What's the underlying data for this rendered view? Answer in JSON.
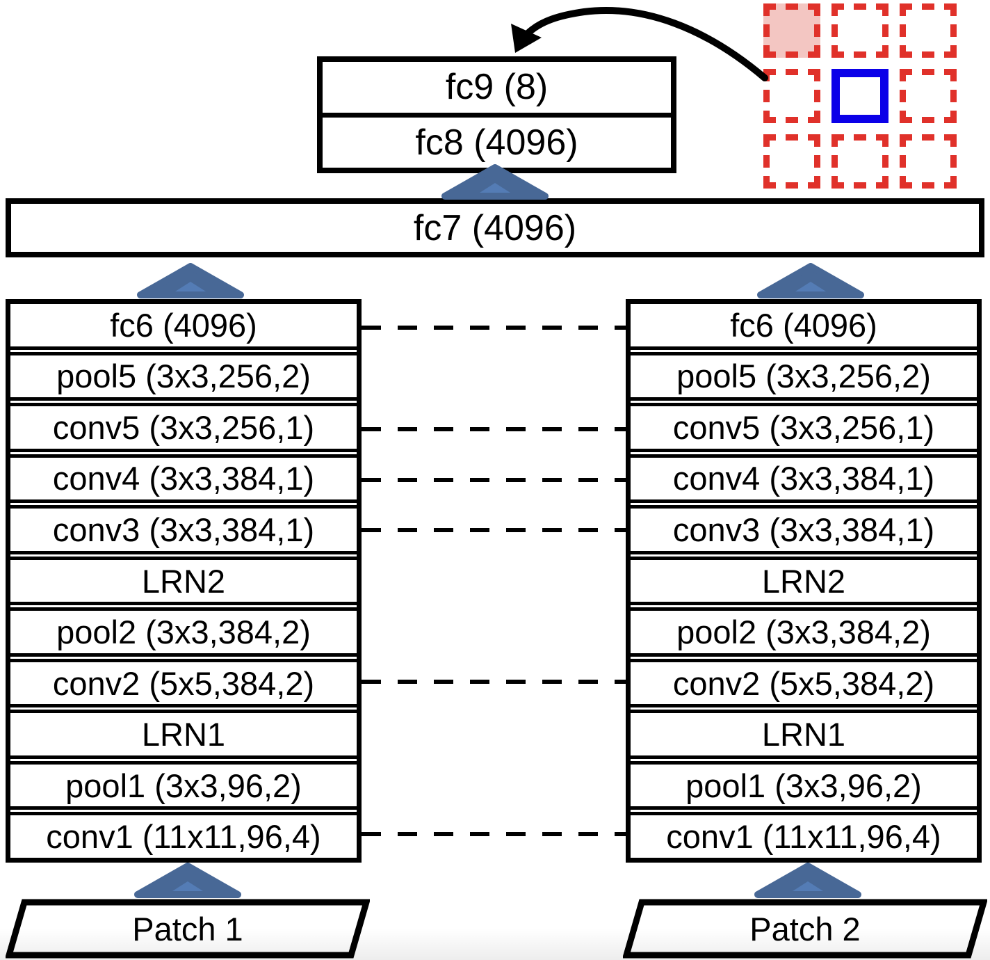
{
  "diagram": {
    "top_box": {
      "rows": [
        "fc9 (8)",
        "fc8 (4096)"
      ]
    },
    "fc7_label": "fc7 (4096)",
    "columns": {
      "left": {
        "patch_label": "Patch 1",
        "layers": [
          "fc6 (4096)",
          "pool5 (3x3,256,2)",
          "conv5 (3x3,256,1)",
          "conv4 (3x3,384,1)",
          "conv3 (3x3,384,1)",
          "LRN2",
          "pool2 (3x3,384,2)",
          "conv2 (5x5,384,2)",
          "LRN1",
          "pool1 (3x3,96,2)",
          "conv1 (11x11,96,4)"
        ]
      },
      "right": {
        "patch_label": "Patch 2",
        "layers": [
          "fc6 (4096)",
          "pool5 (3x3,256,2)",
          "conv5 (3x3,256,1)",
          "conv4 (3x3,384,1)",
          "conv3 (3x3,384,1)",
          "LRN2",
          "pool2 (3x3,384,2)",
          "conv2 (5x5,384,2)",
          "LRN1",
          "pool1 (3x3,96,2)",
          "conv1 (11x11,96,4)"
        ]
      }
    },
    "weight_shared_layers": [
      "fc6",
      "conv5",
      "conv4",
      "conv3",
      "conv2",
      "conv1"
    ],
    "patch_grid": {
      "rows": 3,
      "cols": 3,
      "cells": [
        "sampled",
        "dashed",
        "dashed",
        "dashed",
        "center",
        "dashed",
        "dashed",
        "dashed",
        "dashed"
      ]
    },
    "icons": {
      "up_arrow": "triangle-up",
      "prediction_arrow": "curved-arrow-left"
    },
    "colors": {
      "arrow_blue": "#486896",
      "arrow_blue_inner": "#547CB5",
      "grid_red": "#E0312A",
      "grid_pink": "#F3C6C2",
      "target_blue": "#0B00E8",
      "stroke_black": "#000000"
    }
  }
}
